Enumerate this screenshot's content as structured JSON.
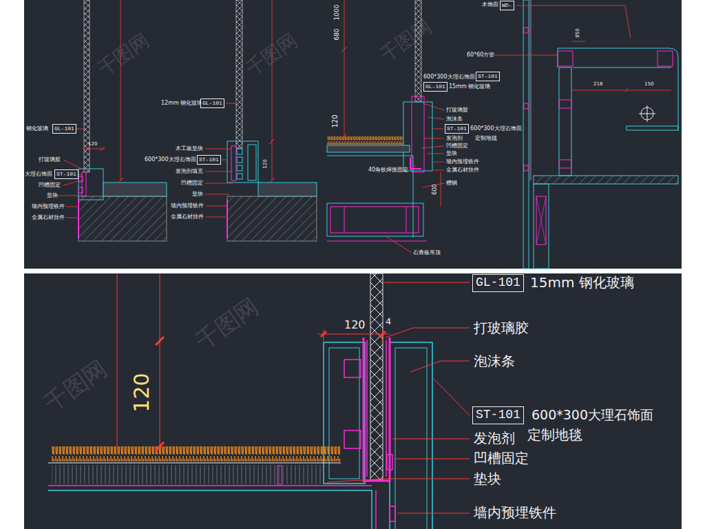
{
  "diagram": {
    "nodes": [
      {
        "text": [
          "GL-101"
        ]
      },
      {
        "text": [
          "ST-101"
        ]
      },
      {
        "text": [
          "GL-101"
        ]
      },
      {
        "text": [
          "ST-101"
        ]
      },
      {
        "text": [
          "WD-"
        ]
      },
      {
        "text": [
          "ST-101"
        ]
      },
      {
        "text": [
          "GL-101"
        ]
      },
      {
        "text": [
          "ST-101"
        ]
      },
      {
        "text": [
          "GL-101"
        ]
      },
      {
        "text": [
          "ST-101"
        ]
      }
    ],
    "labels": [
      "钢化玻璃",
      "120",
      "打玻璃胶",
      "大理石饰面",
      "凹槽固定",
      "垫块",
      "墙内预埋铁件",
      "金属石材挂件",
      "12mm 钢化玻璃",
      "木工板垫块",
      "600*300大理石饰面",
      "发泡剂填充",
      "凹槽固定",
      "垫块",
      "墙内预埋铁件",
      "金属石材挂件",
      "120",
      "1000",
      "680",
      "120",
      "600*300大理石饰面",
      "15mm 钢化玻璃",
      "打玻璃胶",
      "泡沫条",
      "600*300大理石饰面",
      "发泡剂",
      "定制地毯",
      "凹槽固定",
      "垫块",
      "墙内预埋铁件",
      "金属石材挂件",
      "40角铁焊接固定",
      "600",
      "槽钢",
      "石膏板吊顶",
      "木饰面",
      "60*60方管",
      "850",
      "218",
      "150",
      "15mm 钢化玻璃",
      "120",
      "4",
      "打玻璃胶",
      "泡沫条",
      "600*300大理石饰面",
      "定制地毯",
      "发泡剂",
      "凹槽固定",
      "垫块",
      "墙内预埋铁件",
      "120",
      "千图网",
      "千图网",
      "千图网",
      "千图网",
      "千图网"
    ]
  }
}
